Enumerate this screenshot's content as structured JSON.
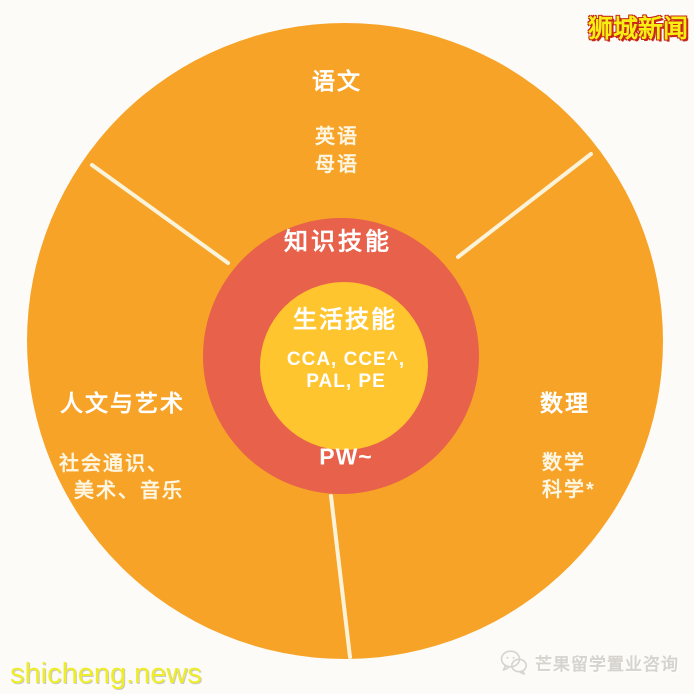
{
  "logo": {
    "text": "狮城新闻"
  },
  "watermark": {
    "site_url": "shicheng.news"
  },
  "source_credit": {
    "label": "芒果留学置业咨询",
    "icon": "wechat-icon"
  },
  "diagram": {
    "colors": {
      "outer_circle": "#F7A327",
      "middle_ring": "#E8614B",
      "inner_circle": "#FEC52F",
      "divider_line": "#FAF3DA",
      "title_text": "#FFFFFF",
      "sub_text": "#FDF6E3",
      "logo_fill": "#F8EF12",
      "logo_stroke": "#C8281A",
      "watermark_color": "#EFED27",
      "credit_color": "#D7D3CD"
    },
    "sectors": {
      "top": {
        "title": "语文",
        "items": [
          "英语",
          "母语"
        ]
      },
      "left": {
        "title": "人文与艺术",
        "items": [
          "社会通识、",
          "美术、音乐"
        ]
      },
      "right": {
        "title": "数理",
        "items": [
          "数学",
          "科学*"
        ]
      }
    },
    "middle_ring": {
      "title": "知识技能",
      "bottom_label": "PW~"
    },
    "inner_circle": {
      "title": "生活技能",
      "lines": [
        "CCA, CCE^,",
        "PAL, PE"
      ]
    }
  }
}
